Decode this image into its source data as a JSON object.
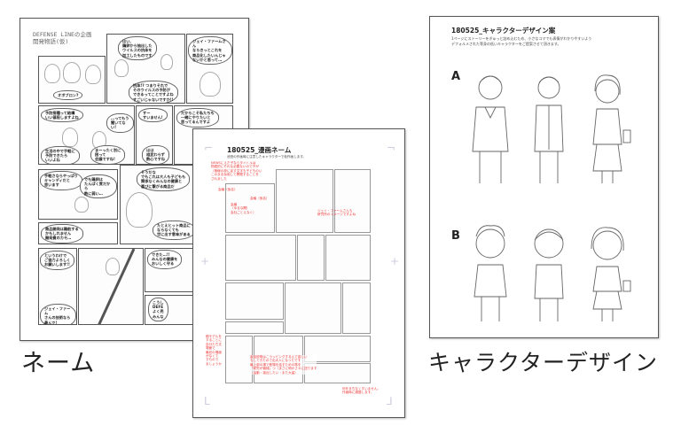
{
  "left_page": {
    "title": "DEFENSE LINEの企画開発物語(仮)",
    "bubbles": [
      "オボブロン?",
      "はい、\n鶏卵から抽出した\nウイルスの抗体を\n加工したものです",
      "ジェイ・ファームさん\nならきっとこれを\n商品化したいんじゃ\nないかと思って…",
      "抗体!? つまりそれで\nそのウイルスの予防が\nできるってことですよね\nすごいじゃないですか!!",
      "予防接種って結構\nいい値段しますよね",
      "…ってもう\n聞いてない!",
      "すー\nすいません!",
      "だからこそ私たちも\n一緒にやりたいと\n思ってるんですよ",
      "生活の中で手軽に\n予防できたら\nいいよね",
      "まーったく別に\n困って\n会議ですね!",
      "はは\n相変わらず\n熱心ですね",
      "手軽さならやっぱり\nキャンディだと\n思います",
      "でも鶏卵は\nたんぱく質だから\n熱に弱い…",
      "そうだな\nでもこれは大人も子どもも\n関係なくみんなの健康と\n喜びに繋がる商品だ",
      "商品開発は難航する\nかもしれません\n開発費のカモ…",
      "たとえヒット商品に\nならなくても\n世に出す意味がある",
      "というわけで\nご協力よろしく\nお願いします!!",
      "できた…!!\nみんなの健康を\nおいしく守る",
      "ジェイ・ファーム\nさんの技術なら\n最んで!",
      "こうし\nDEFE\nよく売\nみんな"
    ]
  },
  "middle_page": {
    "title": "180525_漫画ネーム",
    "description": "池田の作画時に注意したキャラクターで仮作画します。",
    "red_notes": [
      "NEWSにえだ子ならタイトルは\n物語的にそれな必要ないので子が\n（無線の枠に足す文字も子どものい\nこのまま採用して問題することを\nされました",
      "会議（仮名）",
      "会議（仮名）",
      "会議\n（ゆるな開）\n会社ごとえなく）",
      "ジェイ・ファームさんも\n研究所のイメージですよね",
      "順モデルを\nすることに\n自分たち文\n場面で\n最初の場面\nがなくて\nすもので\nましょうか",
      "製品説明はこラッピングするんで欲しい\nもしてきたので出大人になったです\n最上部の場で登場を話すための準を\n「研究が機械」つ（まさに明かさ々に送ります\n（活動・接近したい・また大量）",
      "何をまちなくすいません。\n作画時に調整します。"
    ]
  },
  "right_page": {
    "title": "180525_キャラクターデザイン案",
    "description_lines": [
      "1ページにストーリーをぎゅっと詰め込むため、小さなコマでも表情がわかりやすいよう",
      "デフォルメされた等身の低いキャラクターをご提案させて頂きます。"
    ],
    "rows": [
      {
        "label": "A"
      },
      {
        "label": "B"
      }
    ]
  },
  "captions": {
    "left": "ネーム",
    "right": "キャラクターデザイン"
  }
}
